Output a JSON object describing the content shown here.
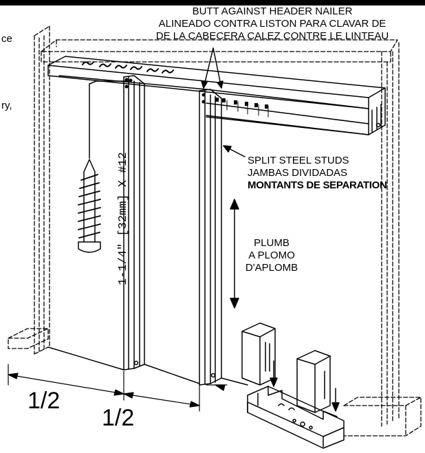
{
  "header_label": {
    "line1": "BUTT AGAINST HEADER NAILER",
    "line2": "ALINEADO CONTRA LISTON PARA CLAVAR DE",
    "line3": "DE LA CABECERA CALEZ CONTRE LE LINTEAU"
  },
  "studs_label": {
    "line1": "SPLIT STEEL STUDS",
    "line2": "JAMBAS DIVIDADAS",
    "line3": "MONTANTS DE SEPARATION"
  },
  "plumb_label": {
    "line1": "PLUMB",
    "line2": "A PLOMO",
    "line3": "D'APLOMB"
  },
  "screw_label": "1-1/4\" [32mm] X #12",
  "cutoff_left": {
    "top": "ce",
    "middle": "ry,"
  },
  "dimensions": {
    "left": "1/2",
    "right": "1/2"
  },
  "colors": {
    "ink": "#000000",
    "banner": "#000000",
    "background": "#ffffff"
  }
}
